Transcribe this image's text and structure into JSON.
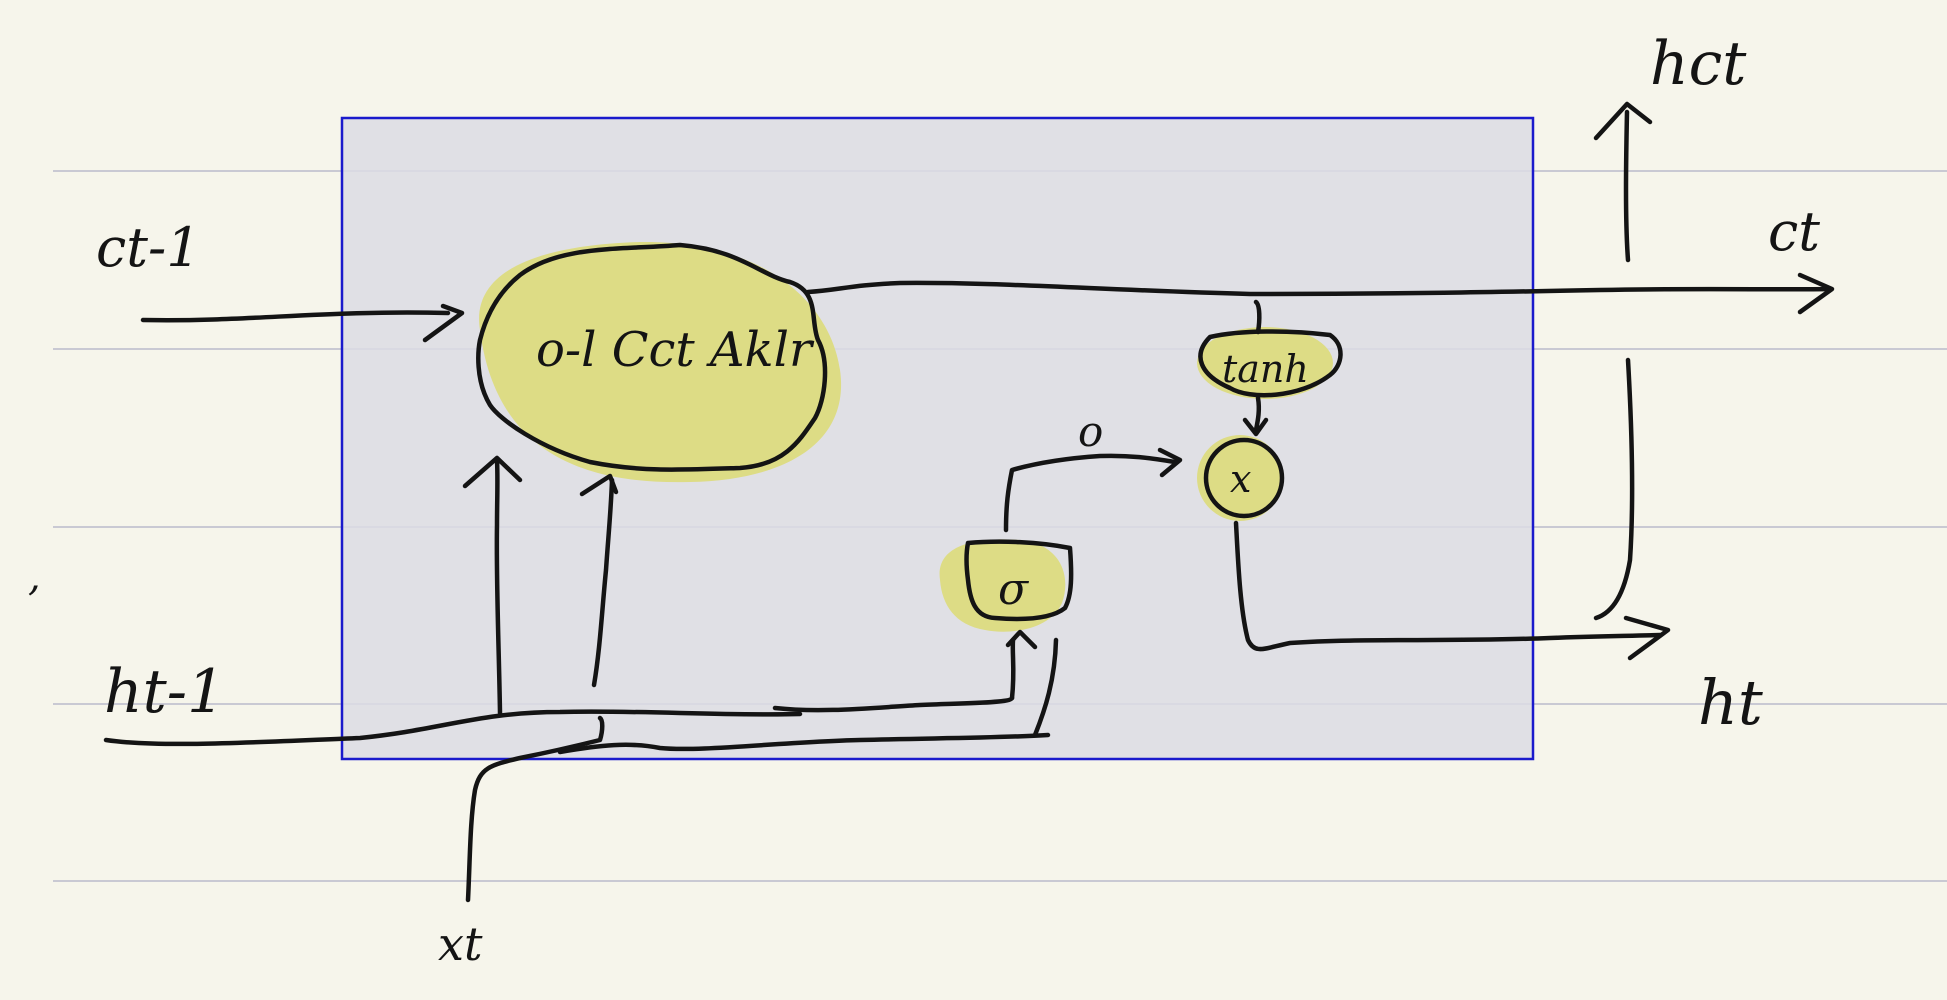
{
  "labels": {
    "c_prev": "ct-1",
    "h_prev": "ht-1",
    "x_in": "xt",
    "h_ct": "hct",
    "c_out": "ct",
    "h_out": "ht",
    "gate_text": "o-l Cct Aklr",
    "tanh": "tanh",
    "sigma": "σ",
    "mult": "x",
    "o": "o",
    "stray_mark": ","
  },
  "colors": {
    "paper": "#f6f5eb",
    "rule": "#c9c9d3",
    "box_fill": "#dcdce4",
    "box_stroke": "#1a1acc",
    "highlight": "#dddc85",
    "ink": "#141414"
  }
}
